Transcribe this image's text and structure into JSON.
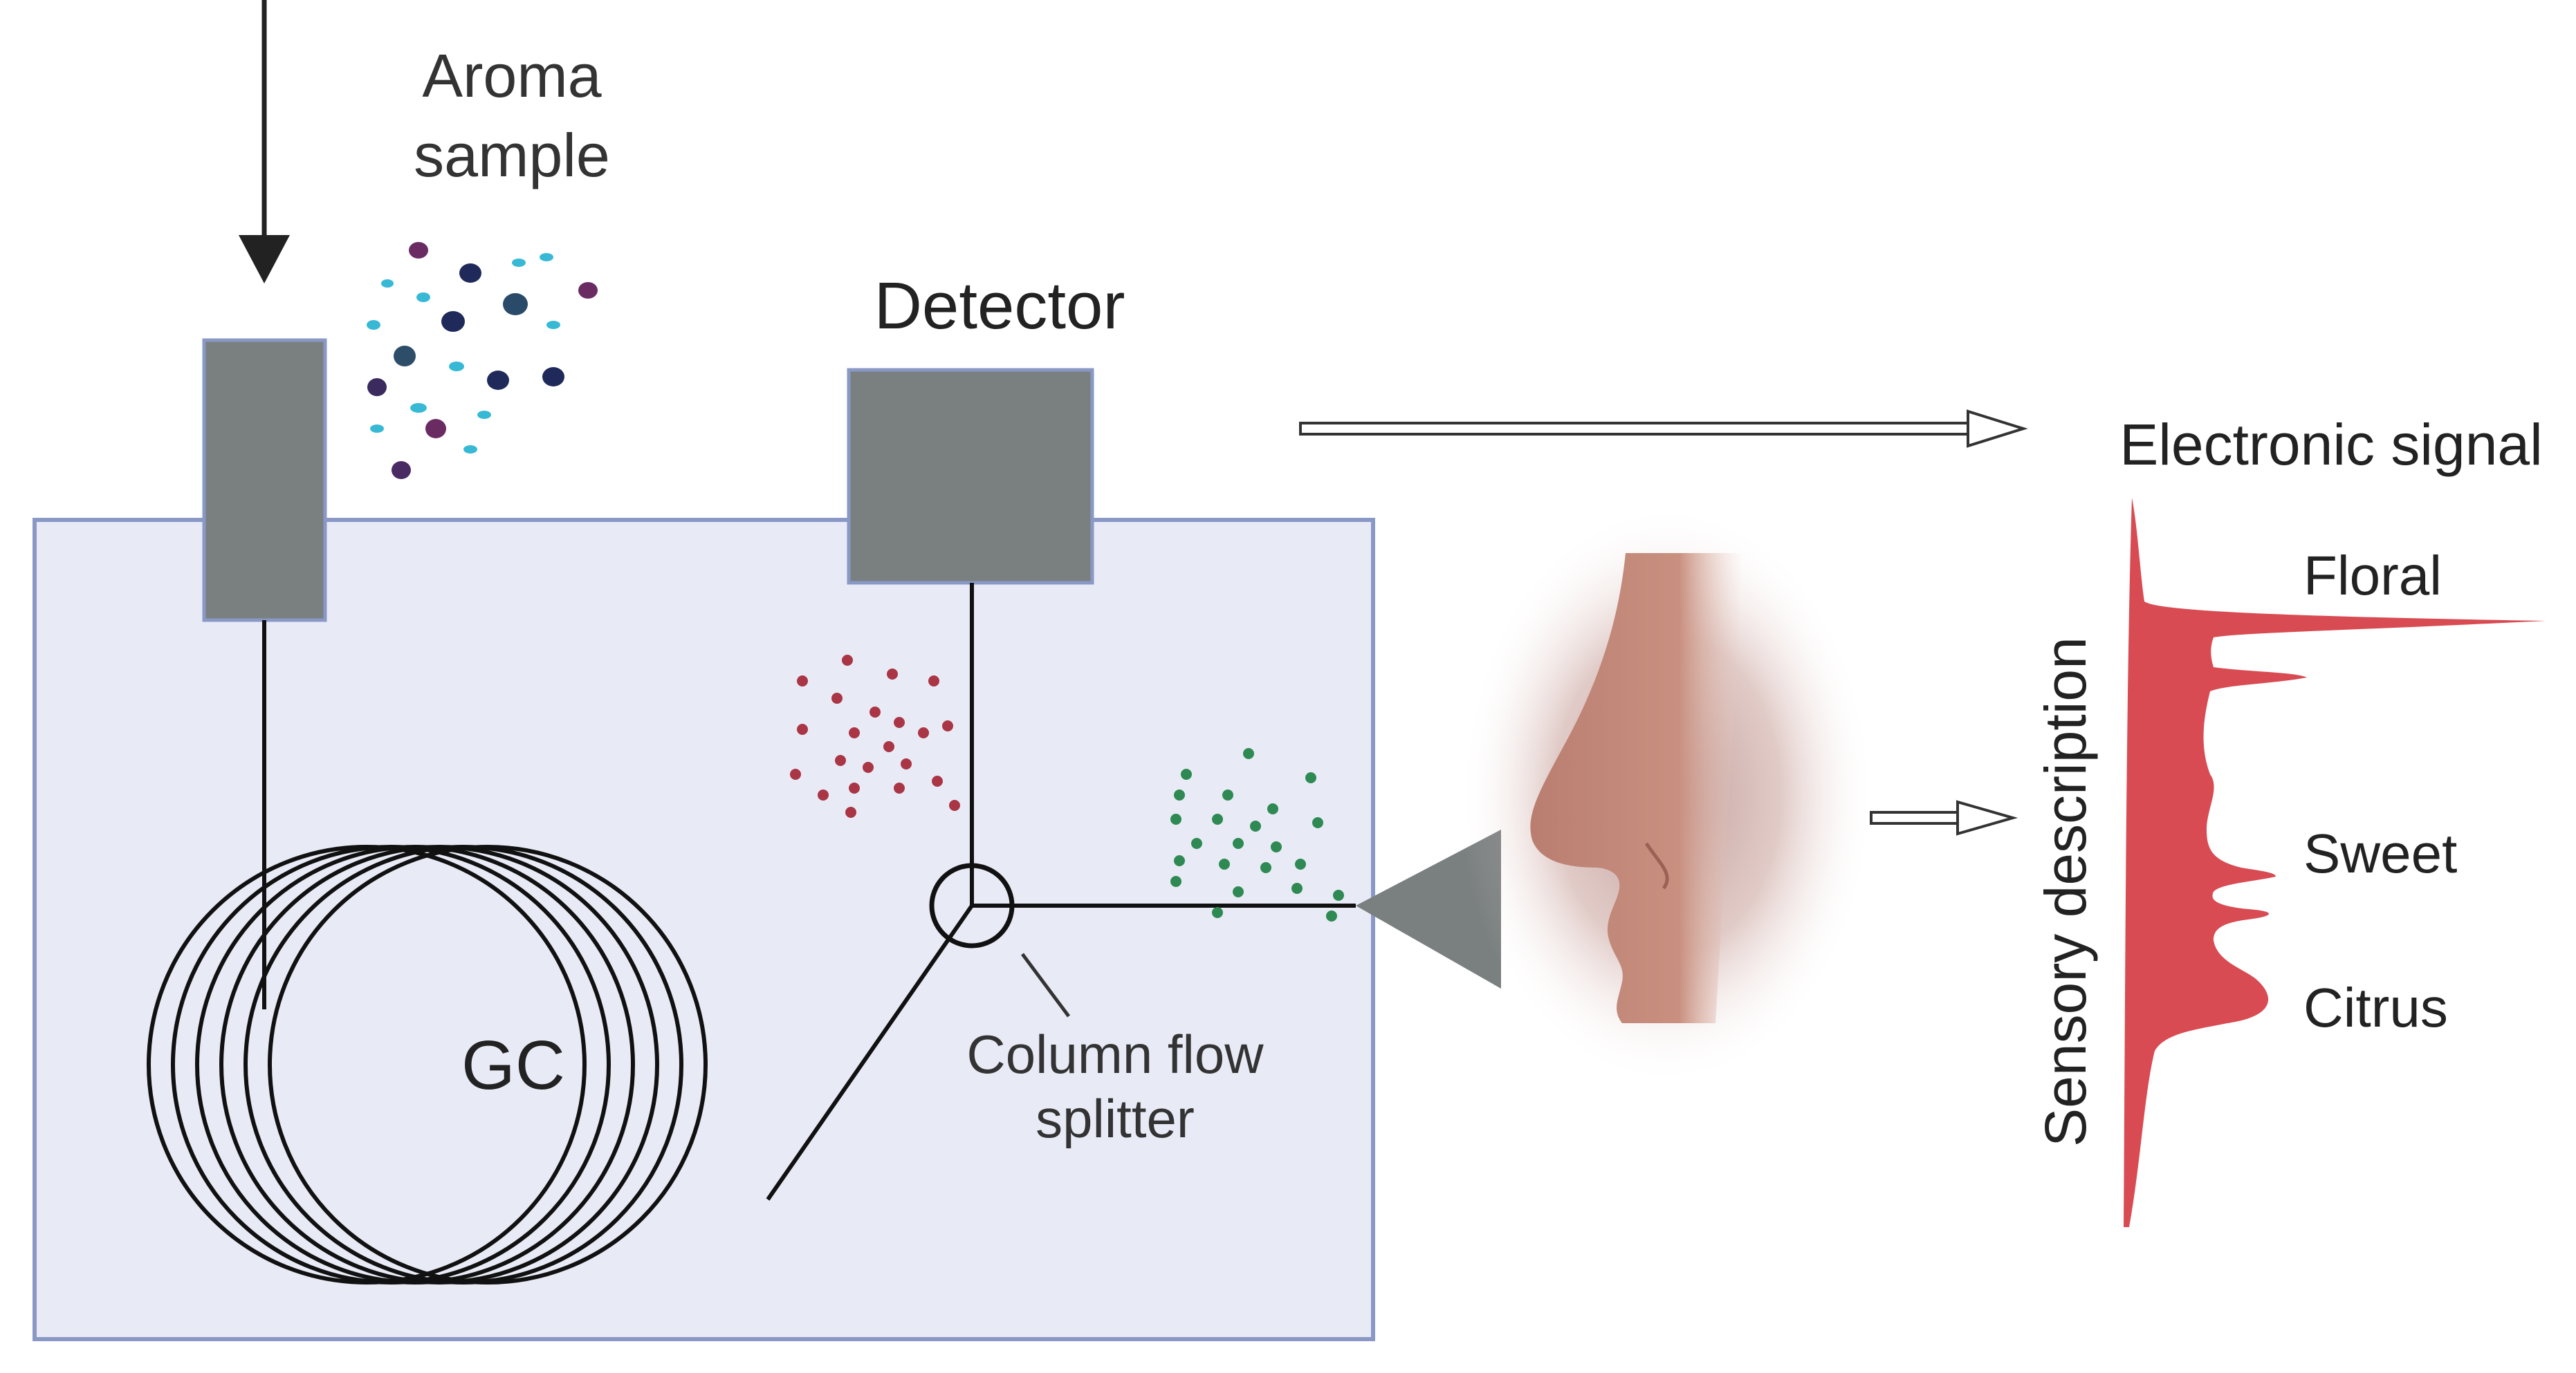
{
  "labels": {
    "aroma_sample_line1": "Aroma",
    "aroma_sample_line2": "sample",
    "detector": "Detector",
    "gc": "GC",
    "splitter_line1": "Column flow",
    "splitter_line2": "splitter",
    "electronic_signal": "Electronic signal",
    "sensory_description": "Sensory description"
  },
  "signal_peaks": [
    {
      "label": "Floral",
      "level": 0.93
    },
    {
      "label": "Sweet",
      "level": 0.43
    },
    {
      "label": "Citrus",
      "level": 0.48
    }
  ],
  "colors": {
    "oven_fill": "#e8ebf6",
    "oven_border": "#8a98c6",
    "component_gray": "#7a7f80",
    "signal_red": "#d94b52",
    "nose_skin": "#b0786c",
    "molecule_red": "#a93545",
    "molecule_green": "#2e8a52",
    "molecule_navy": "#1f2a5a",
    "molecule_cyan": "#37b9d6",
    "molecule_purple": "#6a2a62"
  },
  "icons": {
    "inlet_arrow": "arrow-down-icon",
    "nose": "nose-icon",
    "sniff_port": "cone-icon"
  }
}
